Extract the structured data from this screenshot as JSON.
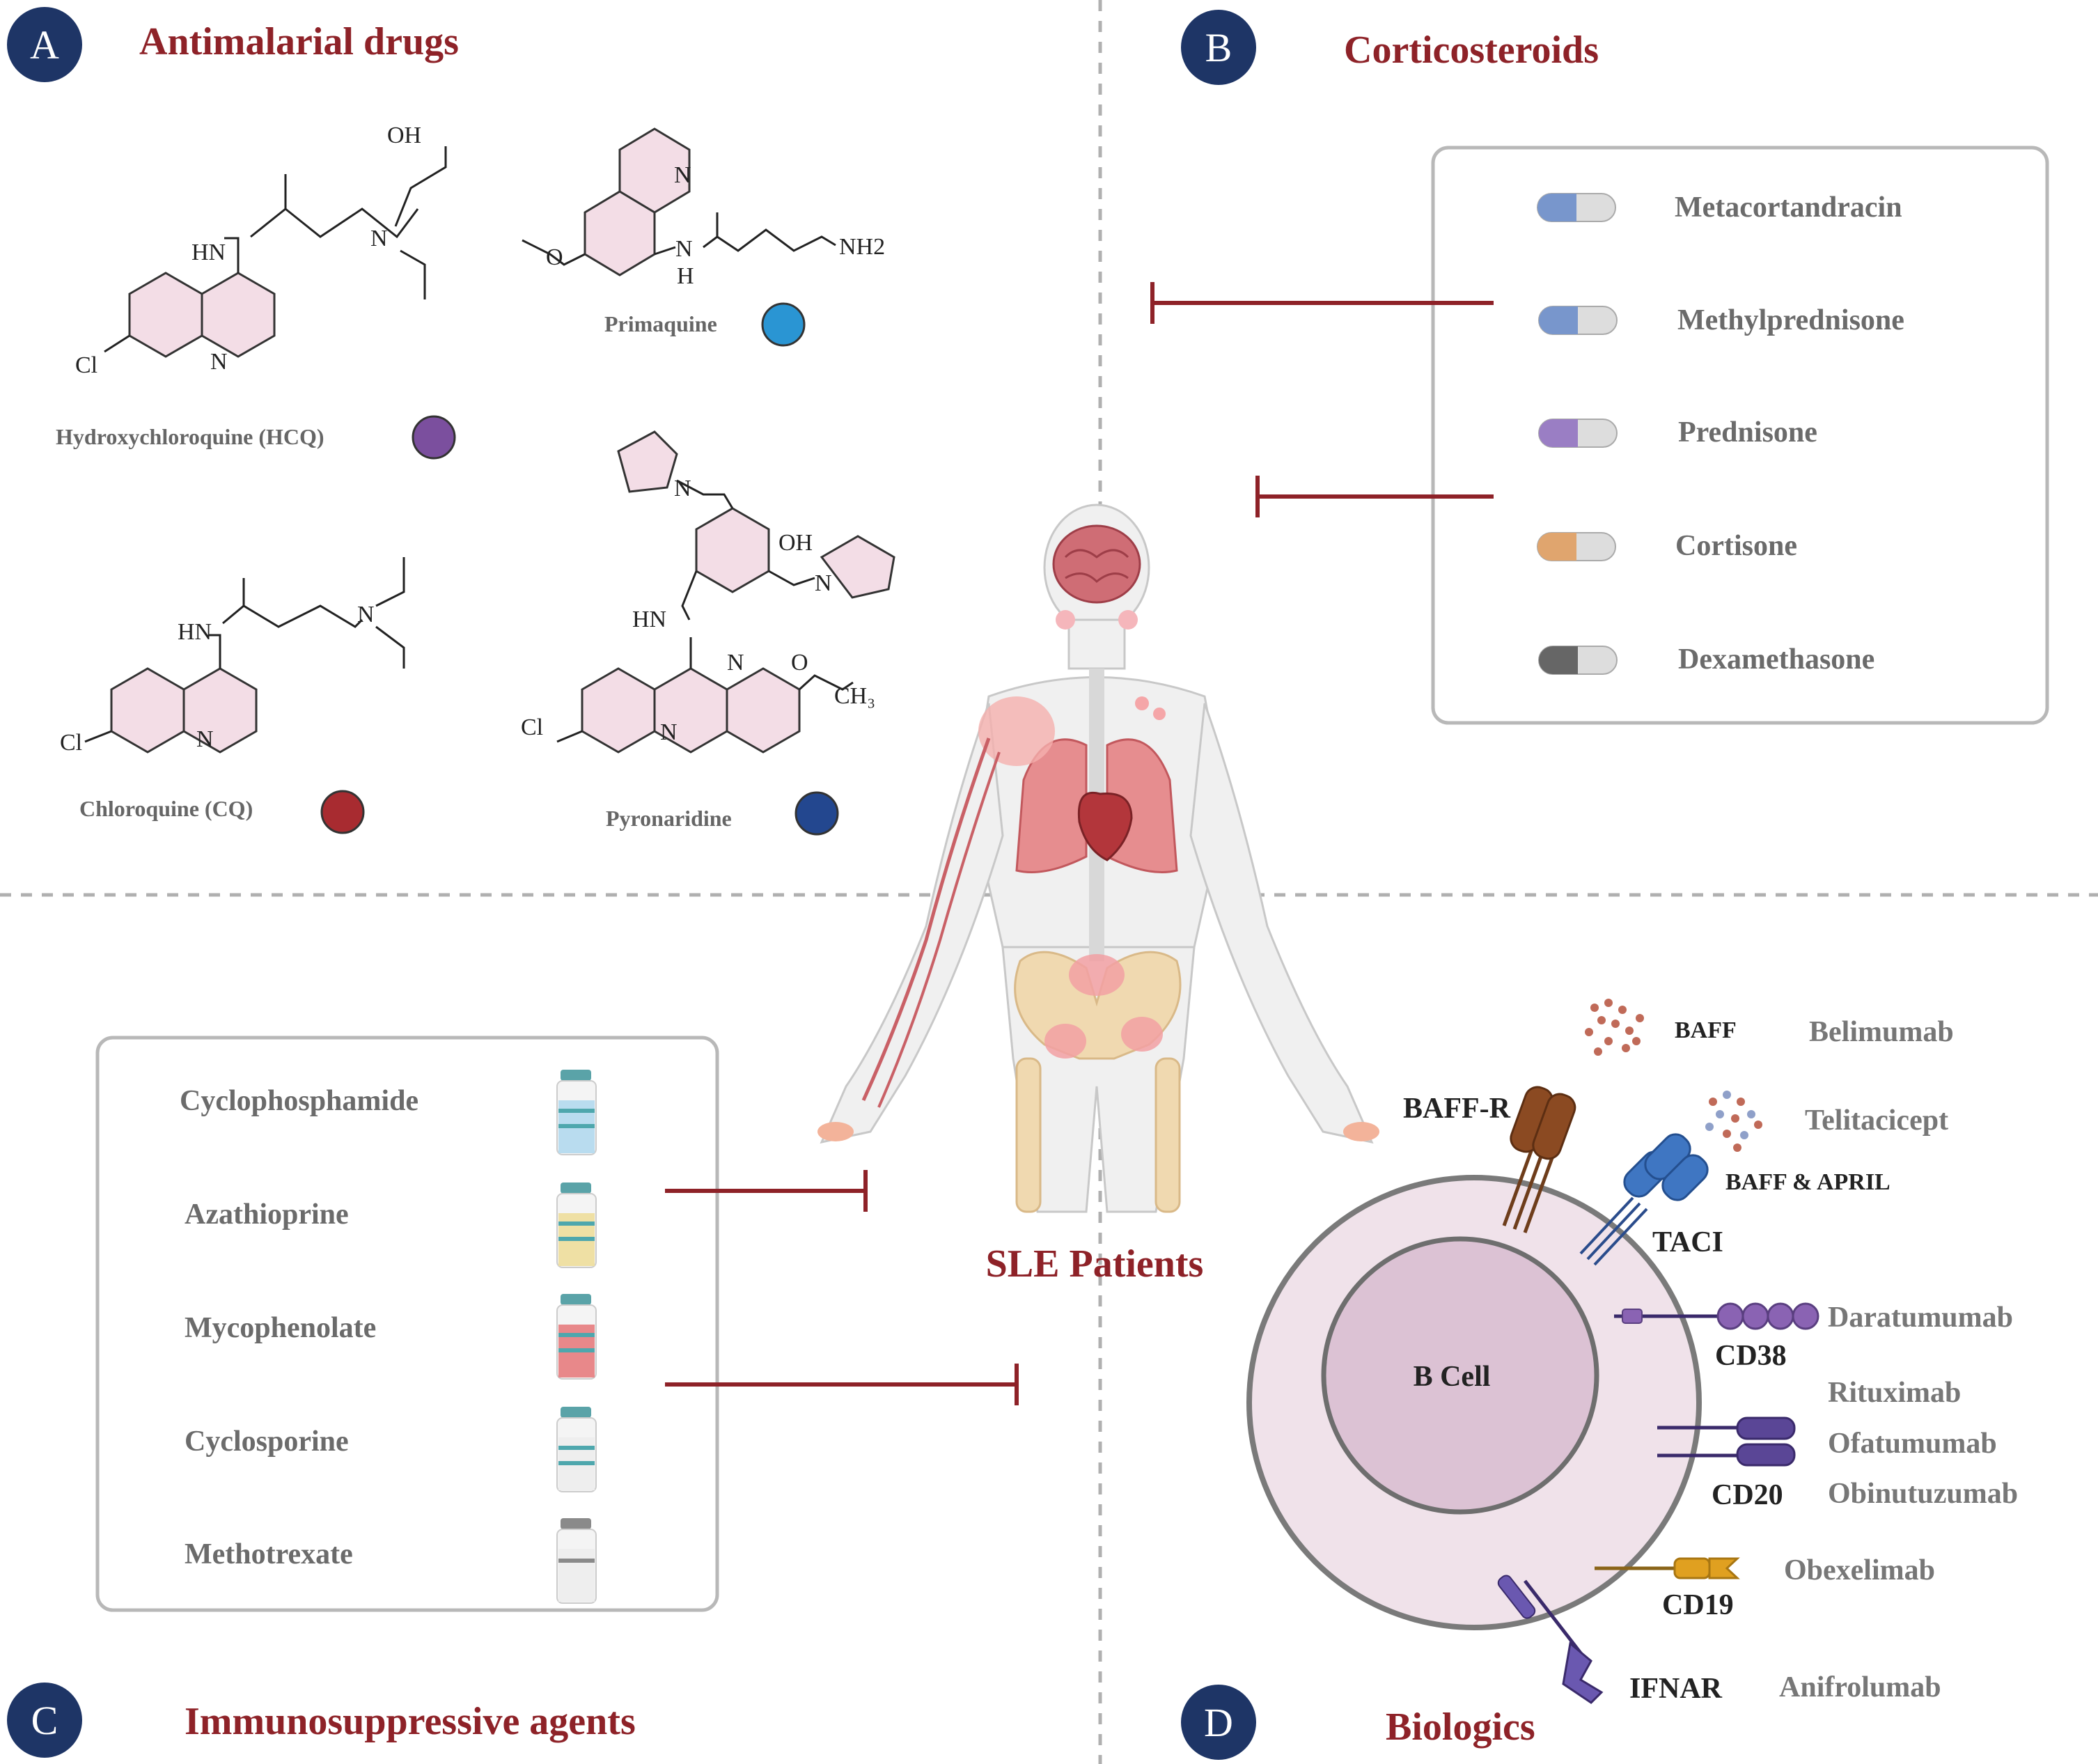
{
  "colors": {
    "title_red": "#8e2228",
    "badge_navy": "#1e3566",
    "inhibit_line": "#8e2228",
    "divider": "#b0b0b0"
  },
  "sections": {
    "a": {
      "badge": "A",
      "title": "Antimalarial drugs"
    },
    "b": {
      "badge": "B",
      "title": "Corticosteroids"
    },
    "c": {
      "badge": "C",
      "title": "Immunosuppressive agents"
    },
    "d": {
      "badge": "D",
      "title": "Biologics"
    }
  },
  "antimalarials": {
    "hcq": {
      "name": "Hydroxychloroquine (HCQ)",
      "dot_color": "#7b4f9e",
      "labels": [
        "OH",
        "N",
        "HN",
        "Cl",
        "N"
      ]
    },
    "primaquine": {
      "name": "Primaquine",
      "dot_color": "#2a95d3",
      "labels": [
        "N",
        "O",
        "N",
        "H",
        "NH2"
      ]
    },
    "cq": {
      "name": "Chloroquine (CQ)",
      "dot_color": "#a82b30",
      "labels": [
        "N",
        "HN",
        "Cl",
        "N"
      ]
    },
    "pyronaridine": {
      "name": "Pyronaridine",
      "dot_color": "#23478f",
      "labels": [
        "N",
        "OH",
        "N",
        "HN",
        "N",
        "O",
        "CH₃",
        "Cl",
        "N"
      ]
    }
  },
  "corticosteroids": [
    {
      "name": "Metacortandracin",
      "color": "#7896cc"
    },
    {
      "name": "Methylprednisone",
      "color": "#7896cc"
    },
    {
      "name": "Prednisone",
      "color": "#9a7ec4"
    },
    {
      "name": "Cortisone",
      "color": "#e0a56e"
    },
    {
      "name": "Dexamethasone",
      "color": "#666666"
    }
  ],
  "immunosuppressants": [
    {
      "name": "Cyclophosphamide",
      "liquid": "#b9dcef"
    },
    {
      "name": "Azathioprine",
      "liquid": "#efe0a4"
    },
    {
      "name": "Mycophenolate",
      "liquid": "#e8888a"
    },
    {
      "name": "Cyclosporine",
      "liquid": "#eeeeee"
    },
    {
      "name": "Methotrexate",
      "liquid": "#eeeeee"
    }
  ],
  "center": {
    "label": "SLE Patients"
  },
  "biologics": {
    "cell_label": "B Cell",
    "receptors": {
      "baff_r": "BAFF-R",
      "taci": "TACI",
      "cd38": "CD38",
      "cd20": "CD20",
      "cd19": "CD19",
      "ifnar": "IFNAR"
    },
    "ligands": {
      "baff": "BAFF",
      "baff_april": "BAFF & APRIL"
    },
    "drugs": {
      "belimumab": "Belimumab",
      "telitacicept": "Telitacicept",
      "daratumumab": "Daratumumab",
      "rituximab": "Rituximab",
      "ofatumumab": "Ofatumumab",
      "obinutuzumab": "Obinutuzumab",
      "obexelimab": "Obexelimab",
      "anifrolumab": "Anifrolumab"
    }
  }
}
